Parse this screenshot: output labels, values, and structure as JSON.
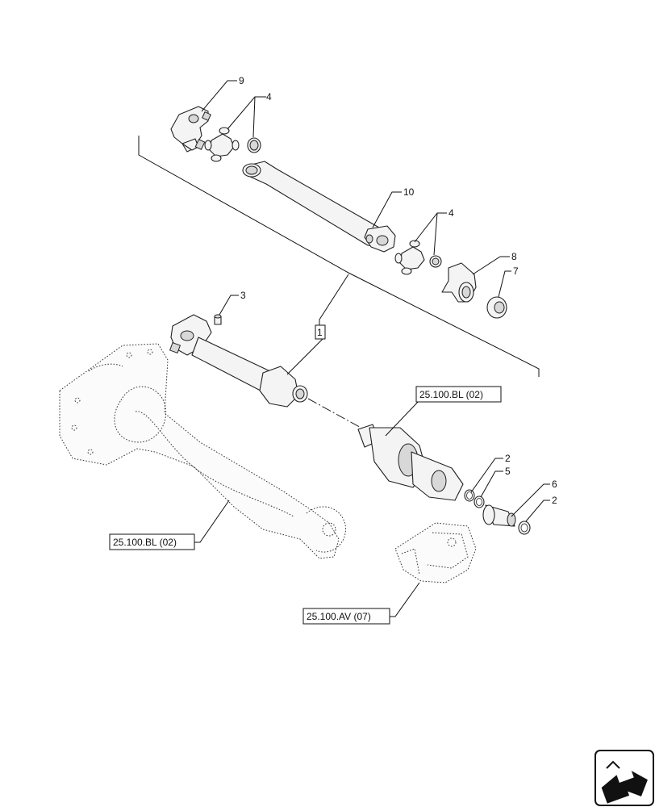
{
  "callouts": {
    "c9": "9",
    "c4a": "4",
    "c10": "10",
    "c4b": "4",
    "c8": "8",
    "c7": "7",
    "c3": "3",
    "c1": "1",
    "c2a": "2",
    "c5": "5",
    "c6": "6",
    "c2b": "2"
  },
  "references": {
    "ref_top": "25.100.BL (02)",
    "ref_left": "25.100.BL (02)",
    "ref_bottom": "25.100.AV (07)"
  },
  "icons": {
    "corner": "page-turn-arrow-icon"
  }
}
